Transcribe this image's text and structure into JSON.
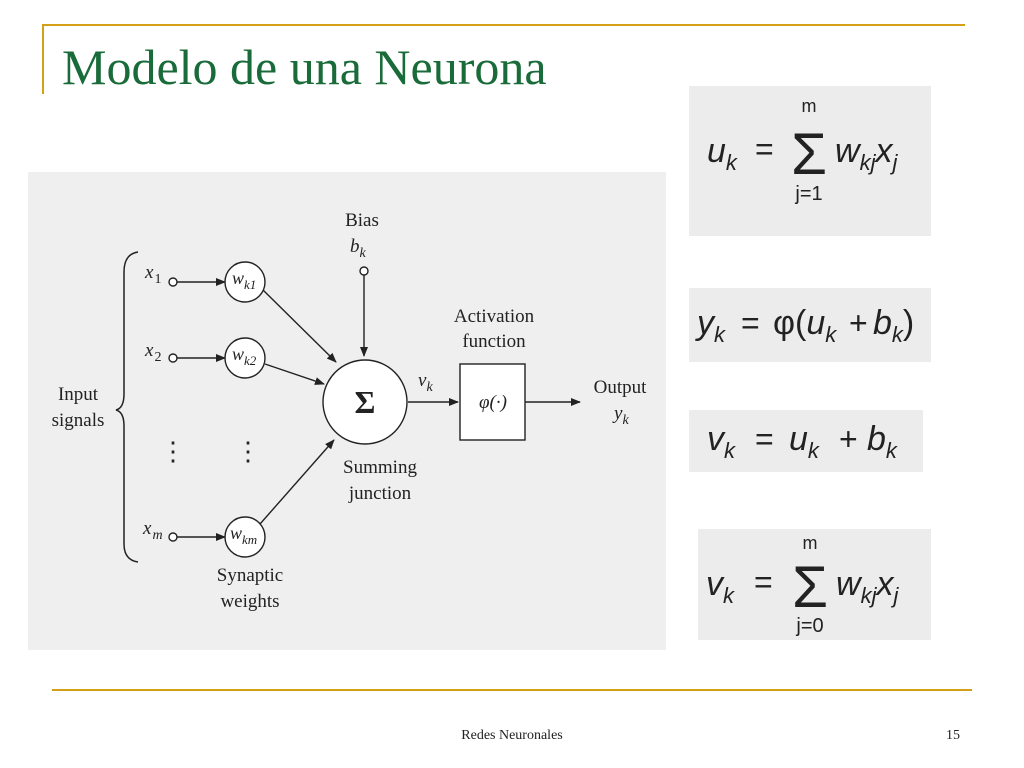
{
  "slide": {
    "title": "Modelo de una Neurona",
    "footer": "Redes Neuronales",
    "page_number": "15"
  },
  "diagram": {
    "bias_label": "Bias",
    "bias_symbol": "b",
    "bias_sub": "k",
    "activation_label_1": "Activation",
    "activation_label_2": "function",
    "activation_fn": "φ(·)",
    "input_label_1": "Input",
    "input_label_2": "signals",
    "summing_label_1": "Summing",
    "summing_label_2": "junction",
    "synaptic_label_1": "Synaptic",
    "synaptic_label_2": "weights",
    "output_label": "Output",
    "output_symbol": "y",
    "output_sub": "k",
    "v_symbol": "v",
    "v_sub": "k",
    "sigma": "Σ",
    "inputs": [
      {
        "sym": "x",
        "sub": "1",
        "w": "w",
        "wsub": "k1"
      },
      {
        "sym": "x",
        "sub": "2",
        "w": "w",
        "wsub": "k2"
      },
      {
        "sym": "x",
        "sub": "m",
        "w": "w",
        "wsub": "km"
      }
    ],
    "vdots": "⋮"
  },
  "equations": {
    "eq1": {
      "lhs": "u",
      "lhs_sub": "k",
      "eq": "=",
      "sigma": "Σ",
      "upper": "m",
      "lower": "j=1",
      "term": "w",
      "term_sub": "kj",
      "term2": "x",
      "term2_sub": "j"
    },
    "eq2": {
      "lhs": "y",
      "lhs_sub": "k",
      "eq": "=",
      "phi": "φ(",
      "a": "u",
      "a_sub": "k",
      "plus": "+",
      "b": "b",
      "b_sub": "k",
      "close": ")"
    },
    "eq3": {
      "lhs": "v",
      "lhs_sub": "k",
      "eq": "=",
      "a": "u",
      "a_sub": "k",
      "plus": "+",
      "b": "b",
      "b_sub": "k"
    },
    "eq4": {
      "lhs": "v",
      "lhs_sub": "k",
      "eq": "=",
      "sigma": "Σ",
      "upper": "m",
      "lower": "j=0",
      "term": "w",
      "term_sub": "kj",
      "term2": "x",
      "term2_sub": "j"
    }
  }
}
